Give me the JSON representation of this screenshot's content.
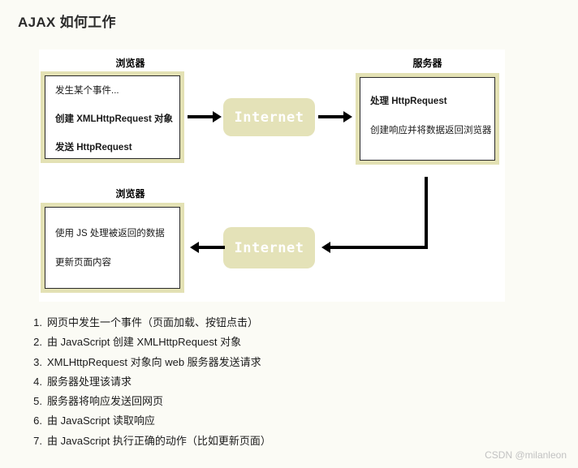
{
  "page": {
    "title": "AJAX 如何工作",
    "watermark": "CSDN @milanleon"
  },
  "diagram": {
    "captions": {
      "browser_top": "浏览器",
      "server": "服务器",
      "browser_bottom": "浏览器"
    },
    "browser_top_box": {
      "lines": [
        "发生某个事件...",
        "创建 XMLHttpRequest 对象",
        "发送 HttpRequest"
      ]
    },
    "server_box": {
      "lines": [
        "处理 HttpRequest",
        "创建响应并将数据返回浏览器"
      ]
    },
    "browser_bottom_box": {
      "lines": [
        "使用 JS 处理被返回的数据",
        "更新页面内容"
      ]
    },
    "internet_top_label": "Internet",
    "internet_bottom_label": "Internet",
    "colors": {
      "panel_border": "#e3e1b4",
      "internet_fill": "#e4e2b8",
      "internet_text": "#ffffff",
      "arrow": "#000000",
      "canvas": "#ffffff",
      "page_background": "#fbfbf5"
    }
  },
  "steps": [
    {
      "num": "1.",
      "text": "网页中发生一个事件（页面加载、按钮点击）"
    },
    {
      "num": "2.",
      "text": "由 JavaScript 创建 XMLHttpRequest 对象"
    },
    {
      "num": "3.",
      "text": "XMLHttpRequest 对象向 web 服务器发送请求"
    },
    {
      "num": "4.",
      "text": "服务器处理该请求"
    },
    {
      "num": "5.",
      "text": "服务器将响应发送回网页"
    },
    {
      "num": "6.",
      "text": "由 JavaScript 读取响应"
    },
    {
      "num": "7.",
      "text": "由 JavaScript 执行正确的动作（比如更新页面）"
    }
  ]
}
